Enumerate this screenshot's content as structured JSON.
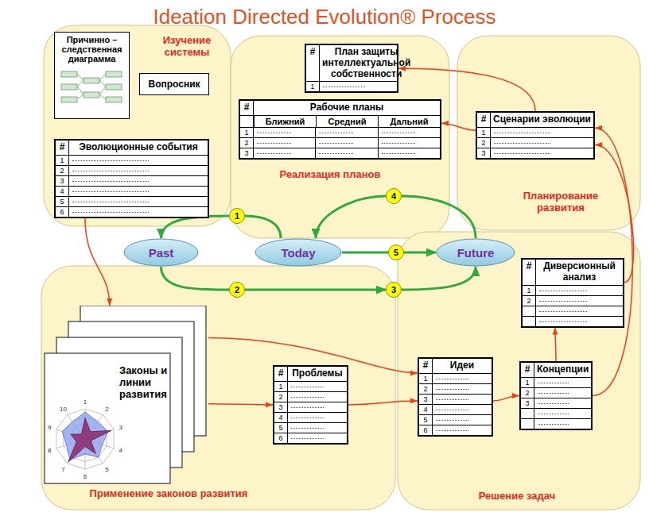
{
  "diagram": {
    "title": "Ideation Directed Evolution® Process",
    "nodes": [
      {
        "text": [
          "Изучение системы"
        ]
      },
      {
        "text": [
          "Причинно – следственная диаграмма"
        ],
        "in": 0
      },
      {
        "text": [
          "Вопросник"
        ],
        "in": 0
      },
      {
        "text": [
          "#",
          "Эволюционные события"
        ],
        "in": 0
      },
      {
        "text": [
          "Реализация планов"
        ]
      },
      {
        "text": [
          "#",
          "План защиты интеллектуальной собственности"
        ],
        "in": 4
      },
      {
        "text": [
          "#",
          "Рабочие планы"
        ],
        "in": 4
      },
      {
        "text": [
          "Планирование развития"
        ]
      },
      {
        "text": [
          "#",
          "Сценарии эволюции"
        ],
        "in": 7
      },
      {
        "text": [
          "Применение законов развития"
        ]
      },
      {
        "text": [
          "Законы и линии развития"
        ],
        "in": 9
      },
      {
        "text": [
          "#",
          "Проблемы"
        ],
        "in": 9
      },
      {
        "text": [
          "Решение задач"
        ]
      },
      {
        "text": [
          "#",
          "Идеи"
        ],
        "in": 12
      },
      {
        "text": [
          "#",
          "Концепции"
        ],
        "in": 12
      },
      {
        "text": [
          "#",
          "Диверсионный анализ"
        ],
        "in": 12
      },
      {
        "text": [
          "Past"
        ]
      },
      {
        "text": [
          "Today"
        ]
      },
      {
        "text": [
          "Future"
        ]
      },
      {
        "text": [
          "1"
        ]
      },
      {
        "text": [
          "2"
        ]
      },
      {
        "text": [
          "3"
        ]
      },
      {
        "text": [
          "4"
        ]
      },
      {
        "text": [
          "5"
        ]
      }
    ],
    "edges": [
      {
        "from": 17,
        "to": 19,
        "arrow": "none"
      },
      {
        "from": 19,
        "to": 16,
        "arrow": "to"
      },
      {
        "from": 16,
        "to": 20,
        "arrow": "none"
      },
      {
        "from": 20,
        "to": 21,
        "arrow": "to"
      },
      {
        "from": 21,
        "to": 18,
        "arrow": "to"
      },
      {
        "from": 18,
        "to": 22,
        "arrow": "none"
      },
      {
        "from": 22,
        "to": 17,
        "arrow": "to"
      },
      {
        "from": 17,
        "to": 23,
        "arrow": "none"
      },
      {
        "from": 23,
        "to": 18,
        "arrow": "to"
      },
      {
        "from": 3,
        "to": 10,
        "arrow": "to"
      },
      {
        "from": 10,
        "to": 11,
        "arrow": "to"
      },
      {
        "from": 10,
        "to": 13,
        "arrow": "to"
      },
      {
        "from": 11,
        "to": 13,
        "arrow": "to"
      },
      {
        "from": 13,
        "to": 14,
        "arrow": "to"
      },
      {
        "from": 14,
        "to": 15,
        "arrow": "to"
      },
      {
        "from": 14,
        "to": 8,
        "arrow": "to"
      },
      {
        "from": 15,
        "to": 8,
        "arrow": "to"
      },
      {
        "from": 8,
        "to": 5,
        "arrow": "to"
      },
      {
        "from": 8,
        "to": 6,
        "arrow": "to"
      }
    ],
    "labels": [
      "1",
      "2",
      "3",
      "4",
      "5",
      "6",
      "1",
      "Ближний",
      "Средний",
      "Дальний",
      "1",
      "2",
      "3",
      "1",
      "2",
      "3",
      "1",
      "2",
      "1",
      "2",
      "3",
      "4",
      "5",
      "6",
      "1",
      "2",
      "3",
      "4",
      "5",
      "6",
      "1",
      "2",
      "3",
      "1",
      "2",
      "3",
      "4",
      "5",
      "6",
      "7",
      "8",
      "9",
      "10"
    ]
  }
}
